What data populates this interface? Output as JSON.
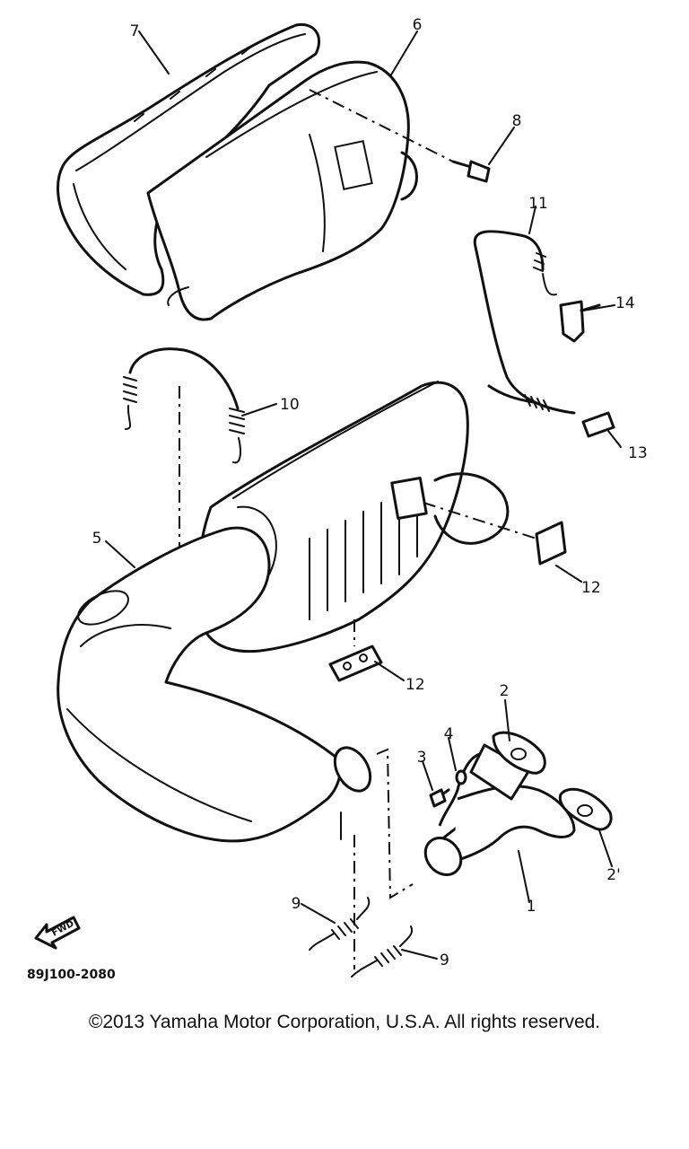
{
  "diagram": {
    "drawing_code": "89J100-2080",
    "fwd_label": "FWD",
    "callouts": {
      "p1": "1",
      "p2": "2",
      "p2b": "2'",
      "p3": "3",
      "p4": "4",
      "p5": "5",
      "p6": "6",
      "p7": "7",
      "p8": "8",
      "p9a": "9",
      "p9b": "9",
      "p10": "10",
      "p11": "11",
      "p12a": "12",
      "p12b": "12",
      "p13": "13",
      "p14": "14"
    }
  },
  "footer": {
    "copyright": "©2013 Yamaha Motor Corporation, U.S.A. All rights reserved."
  }
}
